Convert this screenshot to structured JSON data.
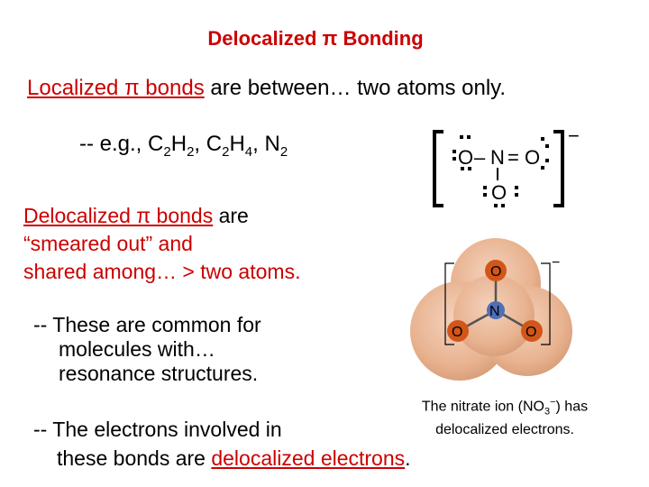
{
  "title": {
    "text": "Delocalized π Bonding"
  },
  "localized": {
    "term": "Localized π bonds",
    "rest": " are between… two atoms only."
  },
  "examples": {
    "prefix": "-- e.g., ",
    "molecules": [
      {
        "el1": "C",
        "n1": "2",
        "el2": "H",
        "n2": "2",
        "sep": ", "
      },
      {
        "el1": "C",
        "n1": "2",
        "el2": "H",
        "n2": "4",
        "sep": ", "
      },
      {
        "el1": "N",
        "n1": "2",
        "el2": "",
        "n2": "",
        "sep": ""
      }
    ]
  },
  "delocalized": {
    "term": "Delocalized π bonds",
    "rest": " are",
    "line2": "“smeared out” and",
    "line3": "shared among… > two atoms."
  },
  "note1": {
    "line1": "-- These are common for",
    "line2": "molecules with…",
    "line3": "resonance structures."
  },
  "note2": {
    "line1": "-- The electrons involved in",
    "line2_pre": "these bonds are ",
    "line2_term": "delocalized electrons",
    "line2_post": "."
  },
  "caption": {
    "pre": "The nitrate ion (NO",
    "sub": "3",
    "sup": "−",
    "post": ") has",
    "line2": "delocalized electrons."
  },
  "lewis": {
    "atom_o_left": "O",
    "bond_single": "–",
    "atom_n": "N",
    "bond_double": "=",
    "atom_o_right": "O",
    "atom_o_bottom": "O",
    "charge": "−"
  },
  "model": {
    "atom_o_top": "O",
    "atom_n": "N",
    "atom_o_left": "O",
    "atom_o_right": "O",
    "charge": "−"
  },
  "colors": {
    "accent": "#cc0000",
    "oxygen": "#d2561a",
    "nitrogen": "#4f6fb8",
    "density": "#e8b28f"
  }
}
